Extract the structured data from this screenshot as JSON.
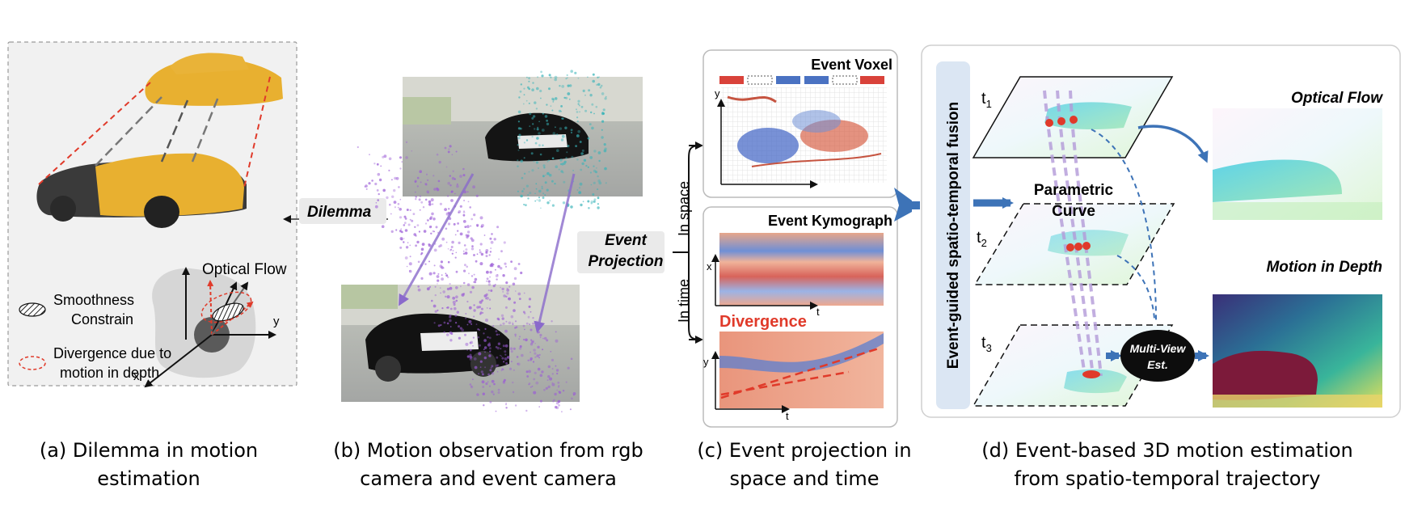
{
  "panel_a": {
    "dilemma_label": "Dilemma",
    "optical_flow_label": "Optical Flow",
    "legend_smooth_line1": "Smoothness",
    "legend_smooth_line2": "Constrain",
    "legend_div_line1": "Divergence due to",
    "legend_div_line2": "motion in depth",
    "axis_x": "x",
    "axis_y": "y",
    "caption_line1": "(a) Dilemma in motion",
    "caption_line2": "estimation"
  },
  "panel_b": {
    "caption_line1": "(b) Motion observation from rgb",
    "caption_line2": "camera and event camera"
  },
  "panel_c": {
    "event_projection_line1": "Event",
    "event_projection_line2": "Projection",
    "in_space": "In space",
    "in_time": "In time",
    "voxel_title": "Event Voxel",
    "kymograph_title": "Event Kymograph",
    "divergence_label": "Divergence",
    "axis_x": "x",
    "axis_y": "y",
    "axis_t": "t",
    "caption_line1": "(c) Event projection in",
    "caption_line2": "space and time"
  },
  "panel_d": {
    "fusion_label": "Event-guided spatio-temporal fusion",
    "t1": "t",
    "t1_sub": "1",
    "t2": "t",
    "t2_sub": "2",
    "t3": "t",
    "t3_sub": "3",
    "parametric_line1": "Parametric",
    "parametric_line2": "Curve",
    "multiview_line1": "Multi-View",
    "multiview_line2": "Est.",
    "optical_flow_title": "Optical Flow",
    "motion_depth_title": "Motion in Depth",
    "caption_line1": "(d) Event-based 3D motion estimation",
    "caption_line2": "from spatio-temporal trajectory"
  },
  "colors": {
    "car_yellow": "#e8b030",
    "red_dashed": "#e03a2a",
    "blue_arrow": "#3d73b7",
    "fusion_bar": "#dbe6f3",
    "event_purple": "#9a5ad6",
    "event_teal": "#37b3b8",
    "depth_dark": "#6b1630"
  }
}
